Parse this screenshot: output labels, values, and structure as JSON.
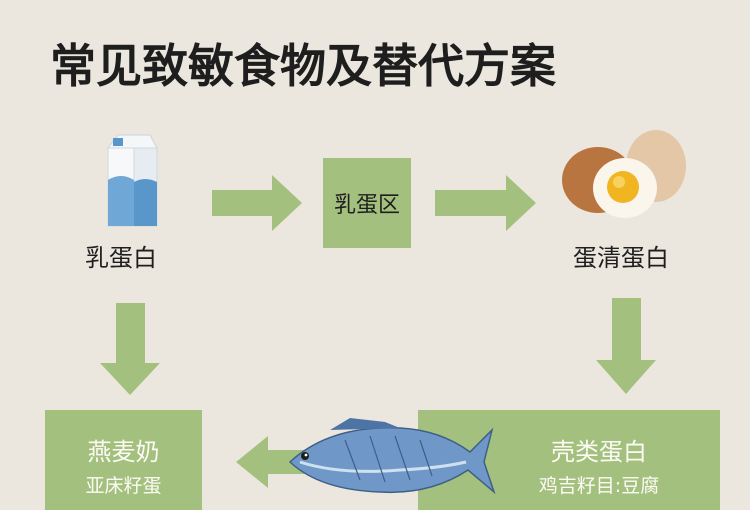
{
  "title": "常见致敏食物及替代方案",
  "nodes": {
    "milk_label": "乳蛋白",
    "center_label": "乳蛋区",
    "egg_label": "蛋清蛋白",
    "oat_title": "燕麦奶",
    "oat_sub": "亚床籽蛋",
    "shell_title": "壳类蛋白",
    "shell_sub": "鸡吉籽目:豆腐"
  },
  "colors": {
    "background": "#ece7de",
    "arrow": "#a4c07f",
    "box": "#a4c07f"
  },
  "icons": [
    "milk-carton-icon",
    "egg-icon",
    "fish-icon"
  ]
}
